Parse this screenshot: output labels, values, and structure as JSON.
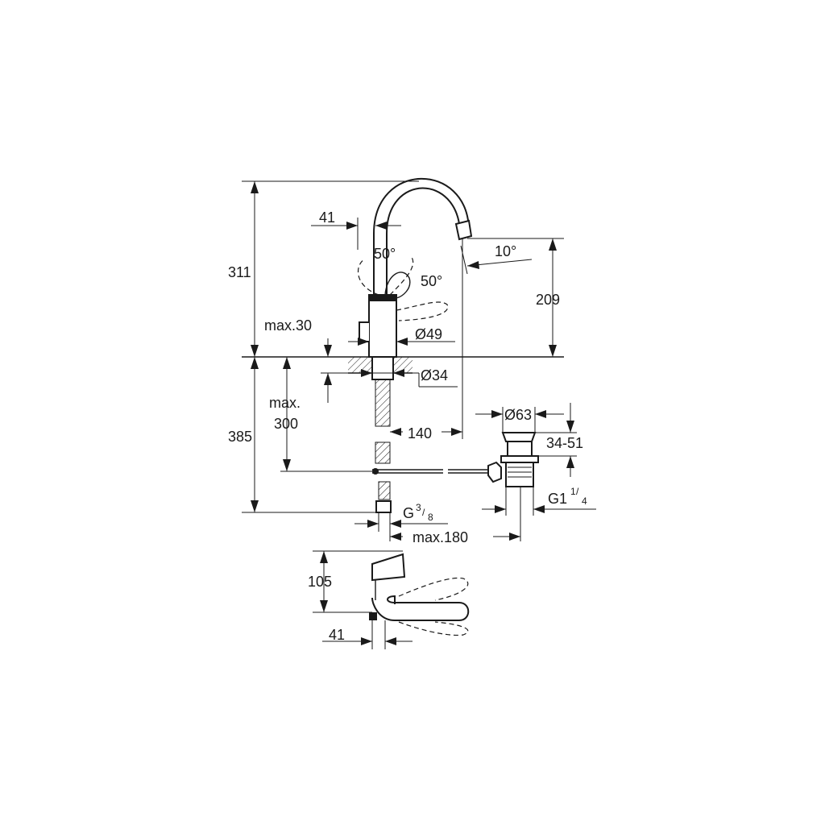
{
  "dimensions": {
    "total_height_upper": "311",
    "spout_height": "209",
    "handle_offset_top": "41",
    "handle_angle_left": "50°",
    "handle_angle_right": "50°",
    "spout_angle": "10°",
    "deck_thickness": "max.30",
    "body_diameter": "Ø49",
    "shank_diameter": "Ø34",
    "below_deck_label_1": "max.",
    "below_deck_label_2": "300",
    "below_deck_height": "385",
    "spout_reach": "140",
    "waste_diameter": "Ø63",
    "waste_range": "34-51",
    "waste_thread_main": "G1",
    "waste_thread_num": "1",
    "waste_thread_den": "4",
    "inlet_thread_main": "G",
    "inlet_thread_num": "3",
    "inlet_thread_den": "8",
    "max_distance": "max.180",
    "top_view_depth": "105",
    "top_view_offset": "41"
  }
}
